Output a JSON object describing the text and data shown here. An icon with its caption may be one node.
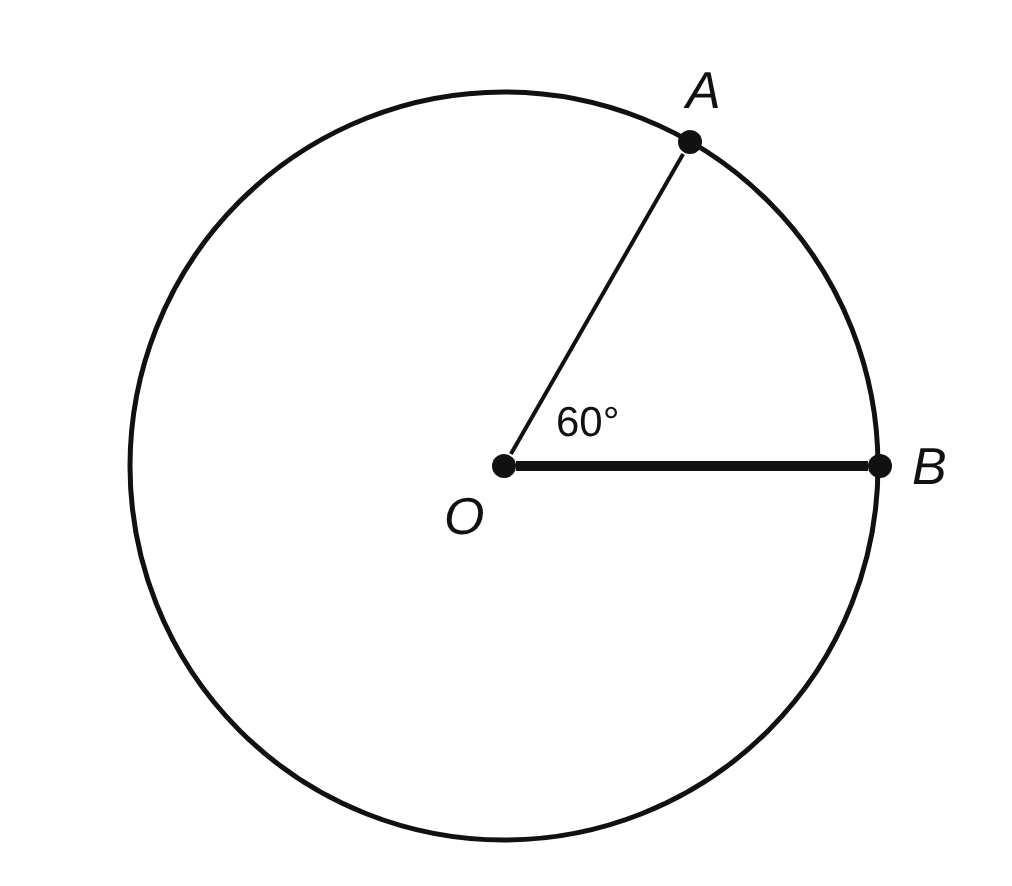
{
  "diagram": {
    "nodes": [
      {
        "text": [
          "O"
        ]
      },
      {
        "text": [
          "A"
        ]
      },
      {
        "text": [
          "B"
        ]
      }
    ],
    "edges": [
      {
        "from": 0,
        "to": 1,
        "arrow": "none"
      },
      {
        "from": 0,
        "to": 2,
        "arrow": "none",
        "style": "thick"
      }
    ],
    "labels": [
      "60°"
    ]
  }
}
